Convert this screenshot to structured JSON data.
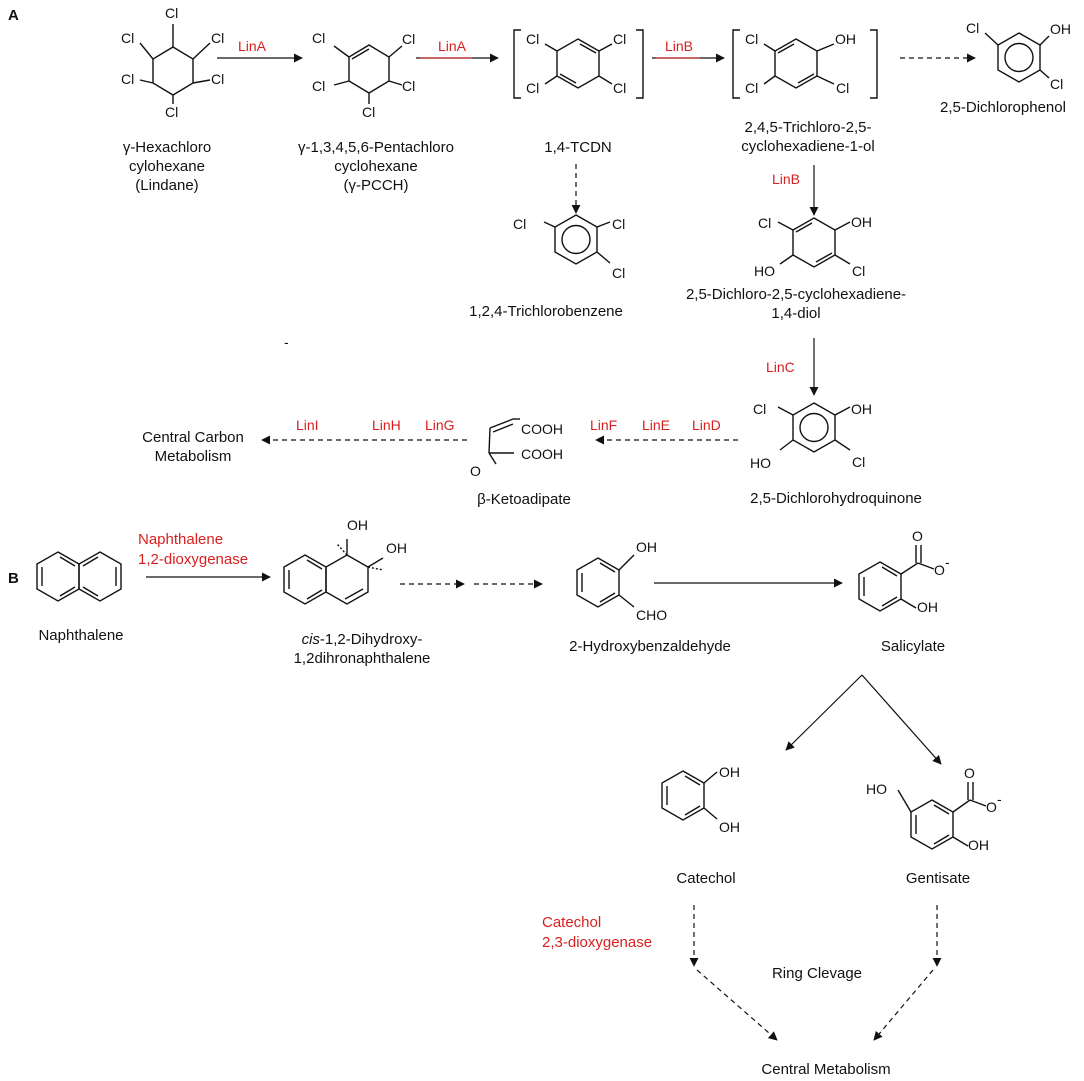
{
  "panels": {
    "a": "A",
    "b": "B"
  },
  "colors": {
    "enzyme": "#d92020",
    "ink": "#111111"
  },
  "compounds": {
    "lindane": [
      "γ-Hexachloro",
      "cylohexane",
      "(Lindane)"
    ],
    "pcch": [
      "γ-1,3,4,5,6-Pentachloro",
      "cyclohexane",
      "(γ-PCCH)"
    ],
    "tcdn": [
      "1,4-TCDN"
    ],
    "trichlorocyclohexadienol": [
      "2,4,5-Trichloro-2,5-",
      "cyclohexadiene-1-ol"
    ],
    "dichlorophenol": [
      "2,5-Dichlorophenol"
    ],
    "trichlorobenzene": [
      "1,2,4-Trichlorobenzene"
    ],
    "diol": [
      "2,5-Dichloro-2,5-cyclohexadiene-",
      "1,4-diol"
    ],
    "hydroquinone": [
      "2,5-Dichlorohydroquinone"
    ],
    "ketoadipate": [
      "β-Ketoadipate"
    ],
    "central_carbon": [
      "Central Carbon",
      "Metabolism"
    ],
    "naphthalene": [
      "Naphthalene"
    ],
    "dihydroxy_prefix": "cis",
    "dihydroxy_rest": "-1,2-Dihydroxy-",
    "dihydroxy_line2": "1,2dihronaphthalene",
    "hydroxybenzaldehyde": [
      "2-Hydroxybenzaldehyde"
    ],
    "salicylate": [
      "Salicylate"
    ],
    "catechol": [
      "Catechol"
    ],
    "gentisate": [
      "Gentisate"
    ],
    "ring_cleavage": [
      "Ring Clevage"
    ],
    "central_metabolism": [
      "Central Metabolism"
    ]
  },
  "enzymes": {
    "lin_a": "LinA",
    "lin_b": "LinB",
    "lin_c": "LinC",
    "lin_d": "LinD",
    "lin_e": "LinE",
    "lin_f": "LinF",
    "lin_g": "LinG",
    "lin_h": "LinH",
    "lin_i": "LinI",
    "naphthalene_dioxygenase": [
      "Naphthalene",
      "1,2-dioxygenase"
    ],
    "catechol_dioxygenase": [
      "Catechol",
      "2,3-dioxygenase"
    ]
  },
  "atoms": {
    "cl": "Cl",
    "oh": "OH",
    "ho": "HO",
    "o": "O",
    "cooh": "COOH",
    "cho": "CHO",
    "minus": "-"
  },
  "stray_mark": "-"
}
